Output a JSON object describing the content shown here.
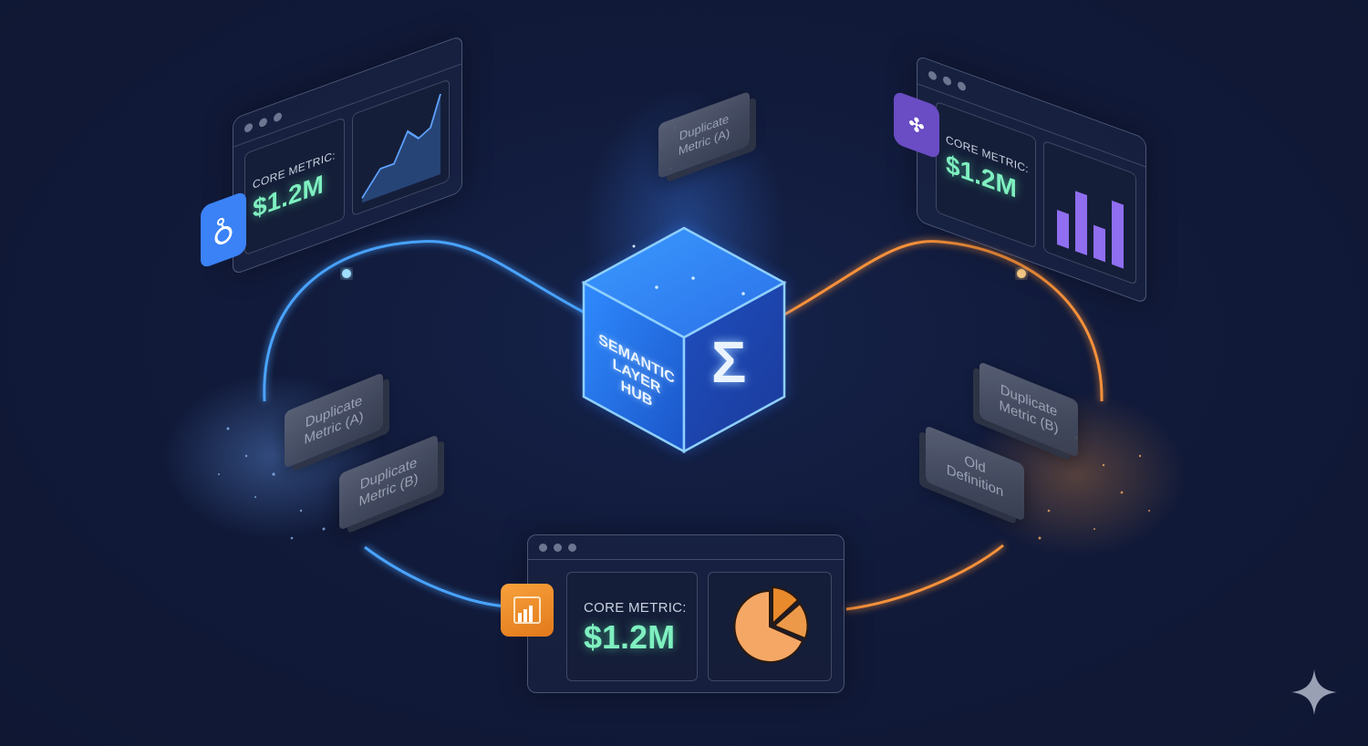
{
  "hub": {
    "title_line1": "SEMANTIC",
    "title_line2": "LAYER",
    "title_line3": "HUB",
    "symbol": "Σ",
    "color": "#2f7fff"
  },
  "dashboards": {
    "left": {
      "app": "Looker",
      "icon": "looker-icon",
      "metric_label": "CORE METRIC:",
      "metric_value": "$1.2M",
      "chart": "area-line-chart",
      "accent": "#3b82f6"
    },
    "right": {
      "app": "Tableau",
      "icon": "tableau-icon",
      "metric_label": "CORE METRIC:",
      "metric_value": "$1.2M",
      "chart": "bar-chart",
      "accent": "#7c5cd6"
    },
    "bottom": {
      "app": "Power BI",
      "icon": "powerbi-icon",
      "metric_label": "CORE METRIC:",
      "metric_value": "$1.2M",
      "chart": "pie-chart",
      "accent": "#f08a24"
    }
  },
  "blocks": {
    "top": {
      "line1": "Duplicate",
      "line2": "Metric (A)"
    },
    "left_a": {
      "line1": "Duplicate",
      "line2": "Metric (A)"
    },
    "left_b": {
      "line1": "Duplicate",
      "line2": "Metric (B)"
    },
    "right_b": {
      "line1": "Duplicate",
      "line2": "Metric (B)"
    },
    "right_old": {
      "line1": "Old",
      "line2": "Definition"
    }
  },
  "colors": {
    "background": "#111a3a",
    "blue_line": "#4aa3ff",
    "orange_line": "#f7913a",
    "metric_green": "#7ff0c0"
  },
  "watermark": {
    "icon": "sparkle-icon"
  }
}
